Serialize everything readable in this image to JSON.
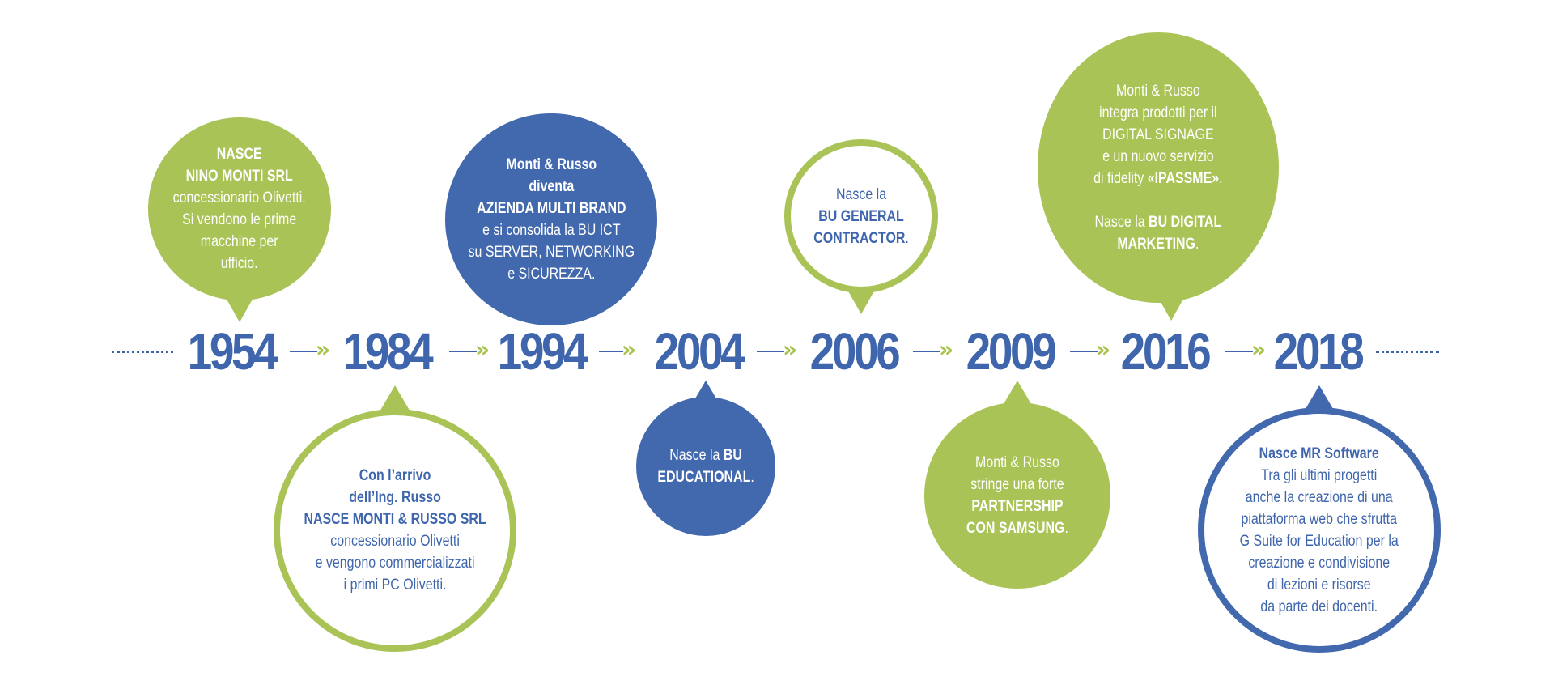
{
  "colors": {
    "blue": "#4268ad",
    "green": "#a9c356",
    "year_text": "#3f66ad"
  },
  "years": [
    "1954",
    "1984",
    "1994",
    "2004",
    "2006",
    "2009",
    "2016",
    "2018"
  ],
  "events": {
    "e1954": {
      "l1": "NASCE",
      "l2": "NINO MONTI SRL",
      "l3": "concessionario Olivetti.",
      "l4": "Si vendono le prime",
      "l5": "macchine per",
      "l6": "ufficio."
    },
    "e1984": {
      "l1": "Con l’arrivo",
      "l2": "dell’Ing. Russo",
      "l3": "NASCE MONTI & RUSSO SRL",
      "l4": "concessionario Olivetti",
      "l5": "e vengono commercializzati",
      "l6": "i primi PC Olivetti."
    },
    "e1994": {
      "l1": "Monti & Russo",
      "l2": "diventa",
      "l3": "AZIENDA MULTI BRAND",
      "l4": "e si consolida la BU ICT",
      "l5": "su SERVER, NETWORKING",
      "l6": "e SICUREZZA."
    },
    "e2004": {
      "l1a": "Nasce la ",
      "l1b": "BU",
      "l2a": "EDUCATIONAL",
      "l2b": "."
    },
    "e2006": {
      "l1": "Nasce la",
      "l2": "BU GENERAL",
      "l3a": "CONTRACTOR",
      "l3b": "."
    },
    "e2009": {
      "l1": "Monti & Russo",
      "l2": "stringe una forte",
      "l3": "PARTNERSHIP",
      "l4a": "CON SAMSUNG",
      "l4b": "."
    },
    "e2016": {
      "l1": "Monti & Russo",
      "l2": "integra prodotti per il",
      "l3": "DIGITAL SIGNAGE",
      "l4": "e un nuovo servizio",
      "l5a": "di fidelity ",
      "l5b": "«IPASSME»",
      "l5c": ".",
      "l6a": "Nasce la ",
      "l6b": "BU DIGITAL",
      "l7a": "MARKETING",
      "l7b": "."
    },
    "e2018": {
      "l1": "Nasce MR Software",
      "l2": "Tra gli ultimi progetti",
      "l3": "anche la creazione di una",
      "l4": "piattaforma web che sfrutta",
      "l5": "G Suite for Education per la",
      "l6": "creazione e condivisione",
      "l7": "di lezioni e risorse",
      "l8": "da parte dei docenti."
    }
  }
}
